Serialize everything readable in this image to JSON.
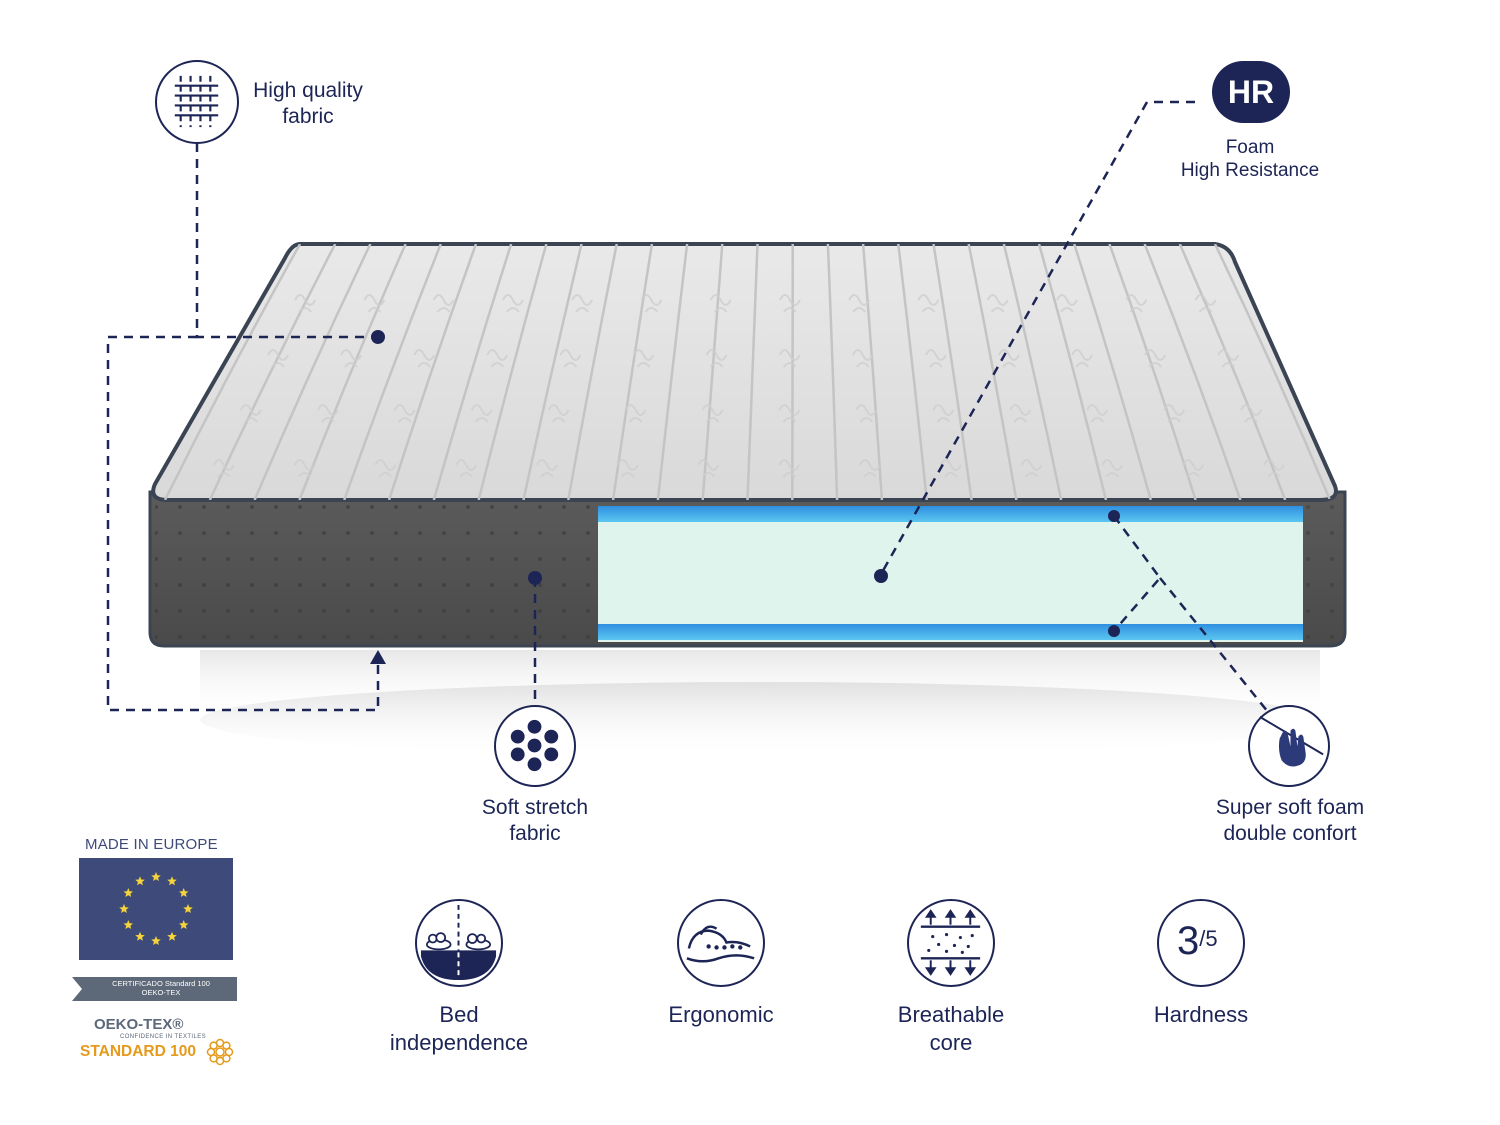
{
  "callouts": {
    "fabric": {
      "line1": "High quality",
      "line2": "fabric",
      "icon": "woven-fabric-icon"
    },
    "hr": {
      "badge": "HR",
      "line1": "Foam",
      "line2": "High Resistance"
    },
    "stretch": {
      "line1": "Soft stretch",
      "line2": "fabric",
      "icon": "stretch-fabric-icon"
    },
    "softfoam": {
      "line1": "Super soft foam",
      "line2": "double confort",
      "icon": "hand-press-icon"
    }
  },
  "features": [
    {
      "line1": "Bed",
      "line2": "independence",
      "icon": "bed-independence-icon"
    },
    {
      "line1": "Ergonomic",
      "line2": "",
      "icon": "ergonomic-icon"
    },
    {
      "line1": "Breathable",
      "line2": "core",
      "icon": "breathable-core-icon"
    },
    {
      "line1": "Hardness",
      "line2": "",
      "icon": "hardness-icon",
      "value": "3",
      "scale": "/5"
    }
  ],
  "certification": {
    "made_in": "MADE IN EUROPE",
    "ribbon_line1": "CERTIFICADO Standard 100",
    "ribbon_line2": "OEKO-TEX",
    "oeko_brand": "OEKO-TEX",
    "oeko_tagline": "CONFIDENCE IN TEXTILES",
    "oeko_standard": "STANDARD 100"
  },
  "colors": {
    "navy": "#1d2556",
    "eu_blue": "#3d4a7a",
    "eu_star": "#f5d33a",
    "foam_mint": "#dff4ec",
    "foam_blue": "#3aa9e6",
    "oeko_orange": "#e59a1b"
  }
}
